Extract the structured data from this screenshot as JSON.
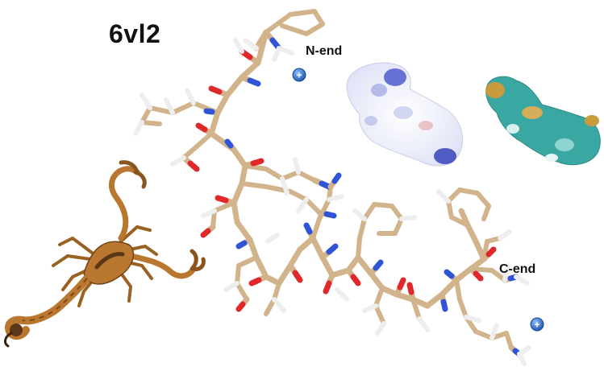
{
  "figure": {
    "pdb_id": "6vl2",
    "n_terminus_label": "N-end",
    "c_terminus_label": "C-end",
    "charge_symbol": "+"
  },
  "colors": {
    "carbon": "#d2b48c",
    "carbon_dark": "#b89a72",
    "oxygen": "#e0282a",
    "nitrogen": "#2f54d8",
    "hydrogen": "#f4f4f4",
    "charge_badge": "#2f6fc9",
    "scorpion_body": "#b9772f",
    "scorpion_dark": "#5a3716",
    "surface_electrostatic_pos": "#3a48c8",
    "surface_electrostatic_neg": "#d9534f",
    "surface_lipophilic_teal": "#3aa7a3",
    "surface_lipophilic_gold": "#c89b3c"
  },
  "icons": {
    "charge": "plus-circle-icon"
  }
}
